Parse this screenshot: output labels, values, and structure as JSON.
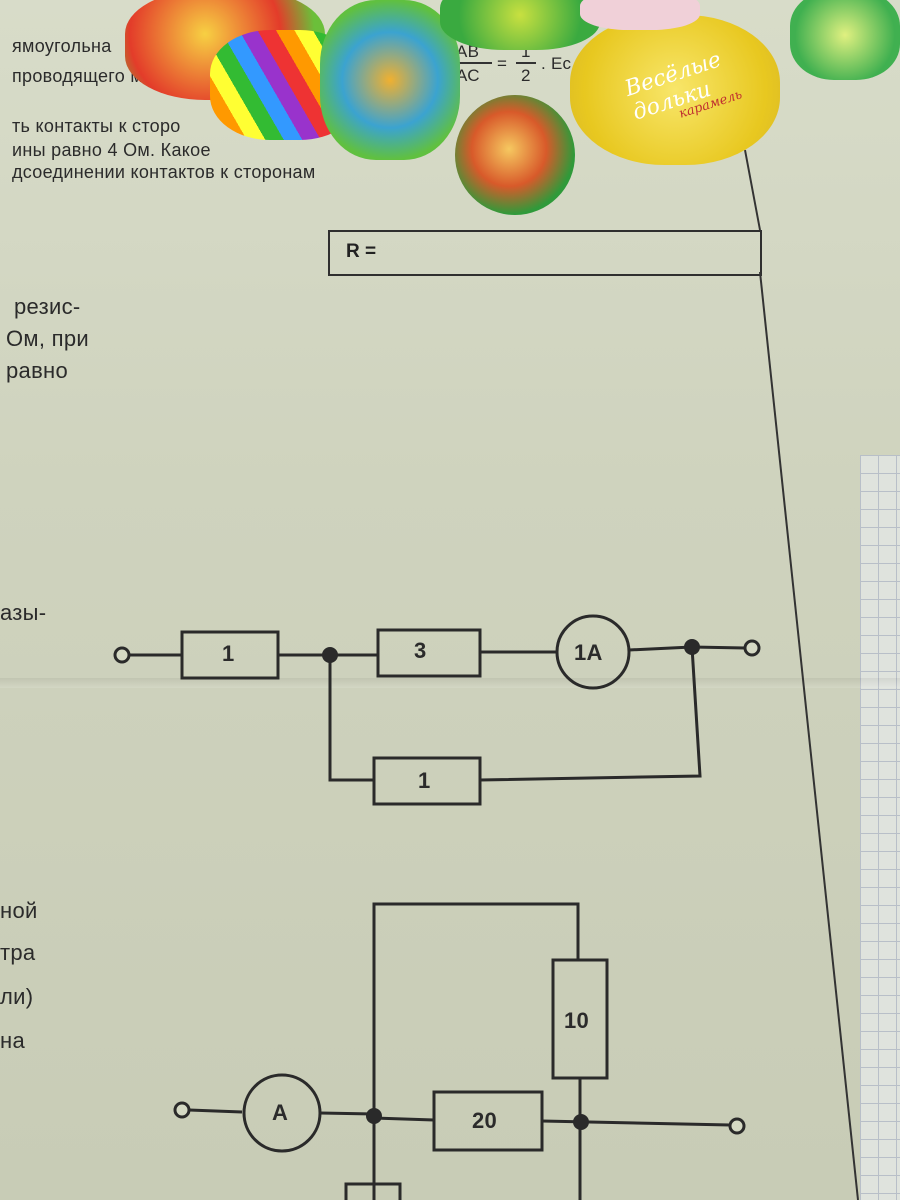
{
  "worksheet": {
    "top_lines": [
      "ямоугольна",
      "проводящего мате",
      "ть контакты к сторо",
      "ины равно 4 Ом. Какое",
      "дсоединении контактов к сторонам"
    ],
    "fraction_top": "АВ",
    "fraction_bottom": "АС",
    "fraction_eq": "=",
    "fraction_value_num": "1",
    "fraction_value_den": "2",
    "fraction_tail": ". Ес",
    "answer_label": "R =",
    "left_fragments": [
      "резис-",
      "Ом, при",
      "равно"
    ],
    "left_fragment_2": "азы-",
    "bottom_fragments": [
      "ной",
      "тра",
      "ли)",
      "на"
    ]
  },
  "candy_wrapper_text": {
    "brand": "Весёлые дольки",
    "subtitle": "карамель"
  },
  "circuit_1": {
    "resistors": [
      "1",
      "3",
      "1"
    ],
    "ammeter": "1A"
  },
  "circuit_2": {
    "resistors": [
      "10",
      "20"
    ],
    "ammeter": "A"
  },
  "colors": {
    "paper": "#cfd3be",
    "ink": "#2a2a2a",
    "desk": "#8a3e1f"
  }
}
